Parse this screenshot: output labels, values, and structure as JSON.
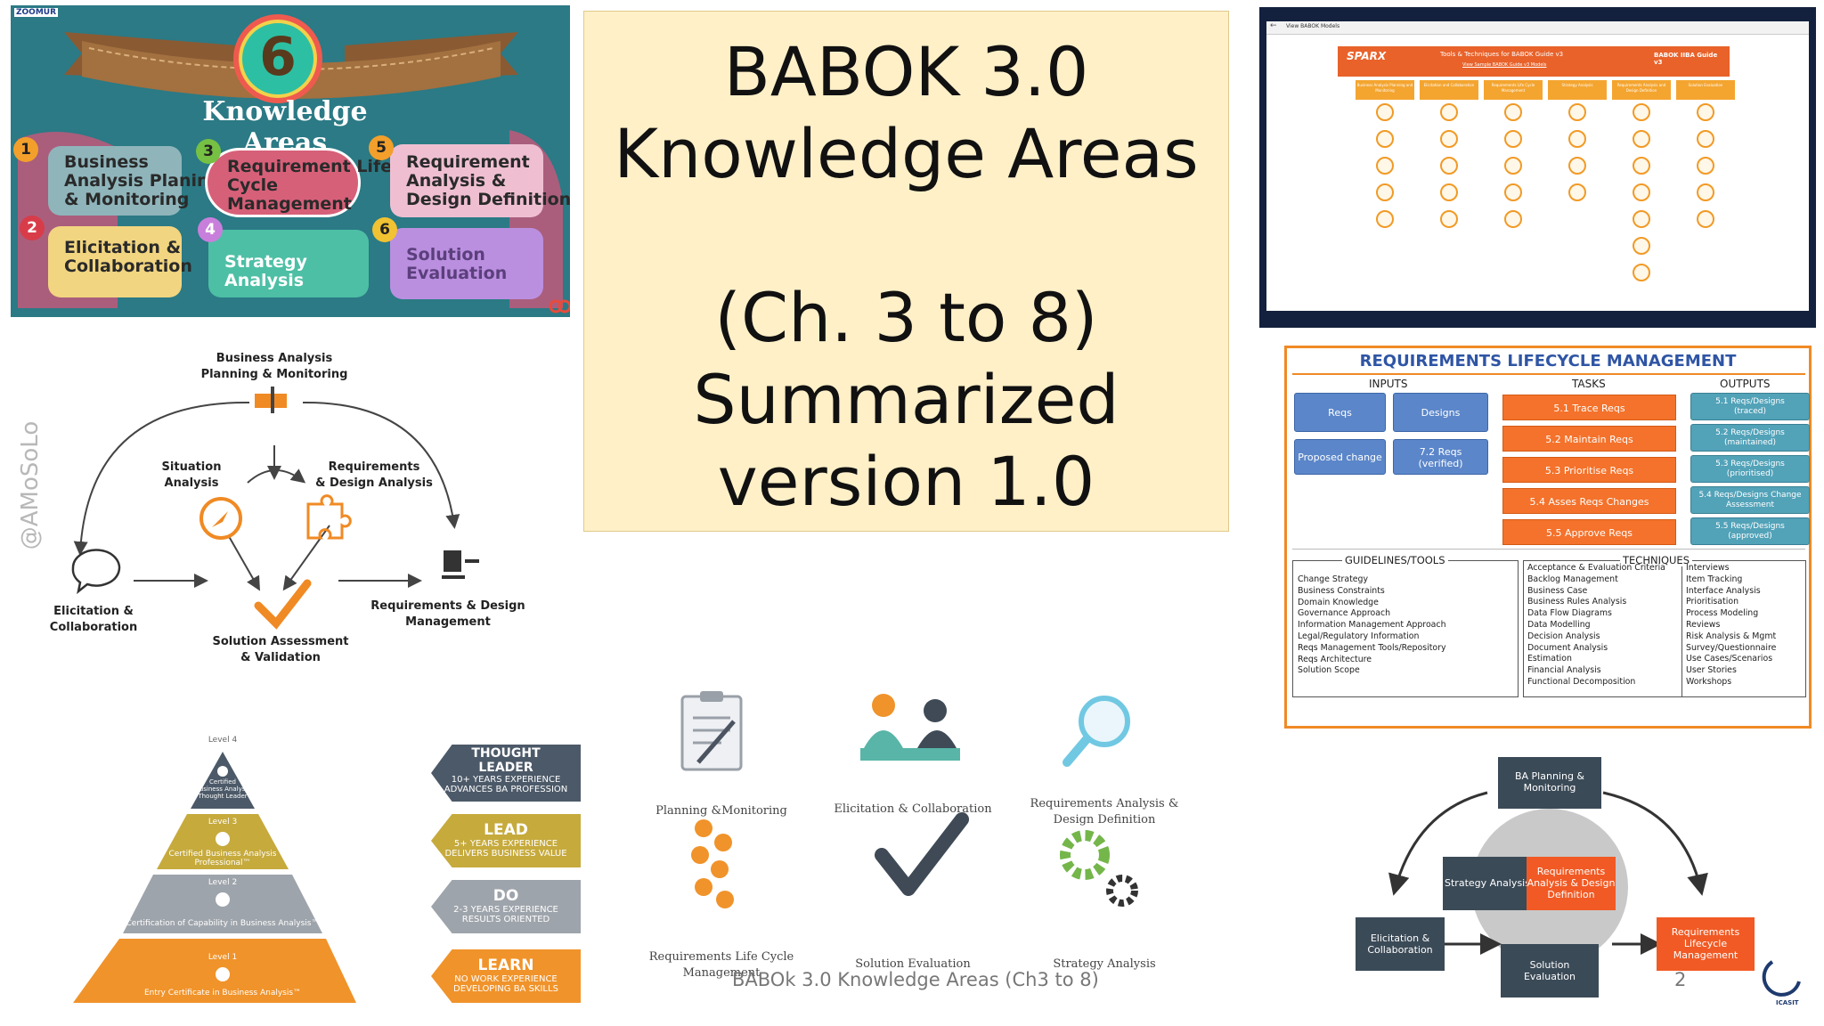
{
  "panel_ka": {
    "brand": "ZOOMUR",
    "big_number": "6",
    "heading": "Knowledge Areas",
    "areas": [
      {
        "num": "1",
        "label": "Business\nAnalysis Planing\n& Monitoring"
      },
      {
        "num": "2",
        "label": "Elicitation &\nCollaboration"
      },
      {
        "num": "3",
        "label": "Requirement Life\nCycle\nManagement"
      },
      {
        "num": "4",
        "label": "Strategy Analysis"
      },
      {
        "num": "5",
        "label": "Requirement\nAnalysis &\nDesign Definition"
      },
      {
        "num": "6",
        "label": "Solution\nEvaluation"
      }
    ]
  },
  "title_card": {
    "line1": "BABOK 3.0",
    "line2": "Knowledge Areas",
    "line3": "(Ch. 3 to 8)",
    "line4": "Summarized",
    "line5": "version 1.0"
  },
  "spark_app": {
    "tab_label": "View BABOK Models",
    "brand": "SPARX",
    "heading": "Tools & Techniques for BABOK Guide v3",
    "sub_link": "View Sample BABOK Guide v3 Models",
    "babok_logo": "BABOK IIBA Guide v3",
    "columns": [
      "Business Analysis Planning and Monitoring",
      "Elicitation and Collaboration",
      "Requirements Life Cycle Management",
      "Strategy Analysis",
      "Requirements Analysis and Design Definition",
      "Solution Evaluation"
    ]
  },
  "lifecycle": {
    "top": "Business Analysis\nPlanning & Monitoring",
    "situation": "Situation\nAnalysis",
    "req_design": "Requirements\n& Design Analysis",
    "elicitation": "Elicitation &\nCollaboration",
    "solution": "Solution Assessment\n& Validation",
    "management": "Requirements & Design\nManagement"
  },
  "watermark": "@AMoSoLo",
  "rlm": {
    "title": "REQUIREMENTS LIFECYCLE MANAGEMENT",
    "inputs_head": "INPUTS",
    "tasks_head": "TASKS",
    "outputs_head": "OUTPUTS",
    "inputs": [
      "Reqs",
      "Designs",
      "Proposed change",
      "7.2 Reqs\n(verified)"
    ],
    "tasks": [
      "5.1 Trace Reqs",
      "5.2 Maintain Reqs",
      "5.3 Prioritise Reqs",
      "5.4 Asses Reqs Changes",
      "5.5 Approve Reqs"
    ],
    "outputs": [
      "5.1 Reqs/Designs\n(traced)",
      "5.2 Reqs/Designs\n(maintained)",
      "5.3 Reqs/Designs\n(prioritised)",
      "5.4 Reqs/Designs Change\nAssessment",
      "5.5 Reqs/Designs\n(approved)"
    ],
    "guidelines_head": "GUIDELINES/TOOLS",
    "techniques_head": "TECHNIQUES",
    "guidelines": [
      "Change Strategy",
      "Business Constraints",
      "Domain Knowledge",
      "Governance Approach",
      "Information Management Approach",
      "Legal/Regulatory Information",
      "Reqs Management Tools/Repository",
      "Reqs Architecture",
      "Solution Scope"
    ],
    "techniques_a": [
      "Acceptance & Evaluation Criteria",
      "Backlog Management",
      "Business Case",
      "Business Rules Analysis",
      "Data Flow Diagrams",
      "Data Modelling",
      "Decision Analysis",
      "Document Analysis",
      "Estimation",
      "Financial Analysis",
      "Functional Decomposition"
    ],
    "techniques_b": [
      "Interviews",
      "Item Tracking",
      "Interface Analysis",
      "Prioritisation",
      "Process Modeling",
      "Reviews",
      "Risk Analysis & Mgmt",
      "Survey/Questionnaire",
      "Use Cases/Scenarios",
      "User Stories",
      "Workshops"
    ]
  },
  "pyramid": {
    "levels": [
      {
        "level": "Level 4",
        "text": "Certified\nBusiness Analysis\nThought Leader"
      },
      {
        "level": "Level 3",
        "text": "Certified Business Analysis\nProfessional™"
      },
      {
        "level": "Level 2",
        "text": "Certification of Capability in Business Analysis™"
      },
      {
        "level": "Level 1",
        "text": "Entry Certificate in Business Analysis™"
      }
    ],
    "tags": [
      {
        "title": "THOUGHT\nLEADER",
        "sub": "10+ YEARS EXPERIENCE\nADVANCES BA PROFESSION",
        "color": "#4c5968"
      },
      {
        "title": "LEAD",
        "sub": "5+ YEARS EXPERIENCE\nDELIVERS BUSINESS VALUE",
        "color": "#c6aa3c"
      },
      {
        "title": "DO",
        "sub": "2-3 YEARS EXPERIENCE\nRESULTS ORIENTED",
        "color": "#9ea4ab"
      },
      {
        "title": "LEARN",
        "sub": "NO WORK EXPERIENCE\nDEVELOPING BA SKILLS",
        "color": "#f0932a"
      }
    ]
  },
  "icon_grid": {
    "items": [
      "Planning &Monitoring",
      "Elicitation & Collaboration",
      "Requirements Analysis &\nDesign Definition",
      "Requirements Life Cycle\nManagement",
      "Solution Evaluation",
      "Strategy Analysis"
    ]
  },
  "footer": {
    "text": "BABOk 3.0 Knowledge Areas (Ch3 to 8)",
    "page": "2"
  },
  "cycle": {
    "top": "BA Planning &\nMonitoring",
    "strategy": "Strategy Analysis",
    "radd": "Requirements\nAnalysis & Design\nDefinition",
    "elicit": "Elicitation &\nCollaboration",
    "solution": "Solution\nEvaluation",
    "rlcm": "Requirements\nLifecycle\nManagement",
    "logo": "ICASIT"
  }
}
